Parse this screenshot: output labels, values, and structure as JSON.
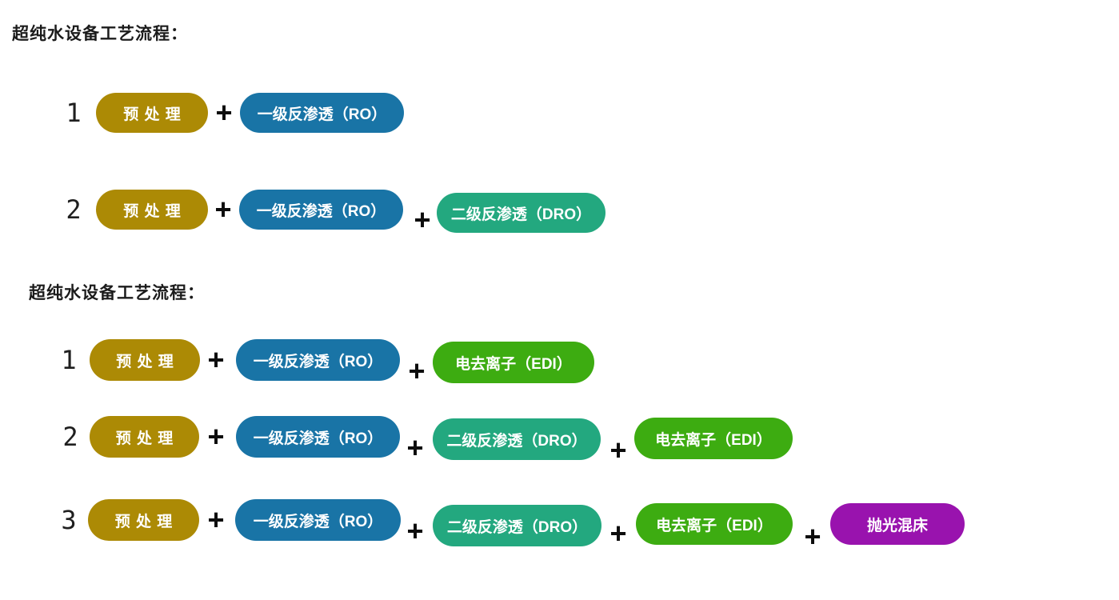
{
  "plus_sign": "+",
  "colors": {
    "pretreatment": "#AC8A05",
    "first_stage_ro": "#1974A6",
    "second_stage_dro": "#23A87F",
    "edi": "#3DAC11",
    "polishing_mixed_bed": "#9913AE",
    "pill_text": "#FFFFFF",
    "title_text": "#1B1B1B",
    "background": "#FFFFFF"
  },
  "sections": [
    {
      "title": "超纯水设备工艺流程：",
      "rows": [
        {
          "number": "1",
          "steps": [
            "预处理",
            "一级反渗透（RO）"
          ]
        },
        {
          "number": "2",
          "steps": [
            "预处理",
            "一级反渗透（RO）",
            "二级反渗透（DRO）"
          ]
        }
      ]
    },
    {
      "title": "超纯水设备工艺流程：",
      "rows": [
        {
          "number": "1",
          "steps": [
            "预处理",
            "一级反渗透（RO）",
            "电去离子（EDI）"
          ]
        },
        {
          "number": "2",
          "steps": [
            "预处理",
            "一级反渗透（RO）",
            "二级反渗透（DRO）",
            "电去离子（EDI）"
          ]
        },
        {
          "number": "3",
          "steps": [
            "预处理",
            "一级反渗透（RO）",
            "二级反渗透（DRO）",
            "电去离子（EDI）",
            "抛光混床"
          ]
        }
      ]
    }
  ]
}
